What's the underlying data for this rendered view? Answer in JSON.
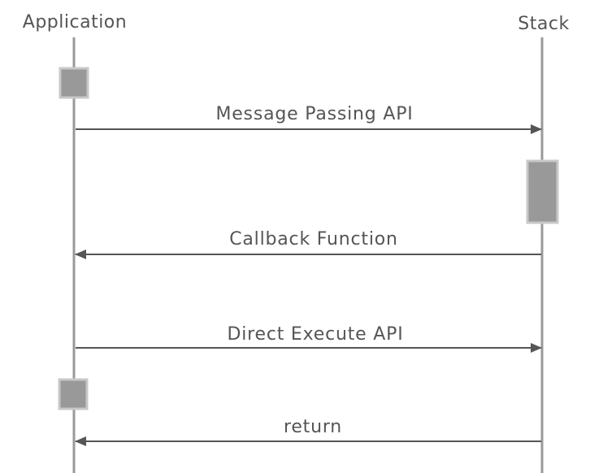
{
  "participants": {
    "application": "Application",
    "stack": "Stack"
  },
  "messages": [
    {
      "label": "Message Passing API",
      "from": "Application",
      "to": "Stack"
    },
    {
      "label": "Callback Function",
      "from": "Stack",
      "to": "Application"
    },
    {
      "label": "Direct Execute API",
      "from": "Application",
      "to": "Stack"
    },
    {
      "label": "return",
      "from": "Stack",
      "to": "Application"
    }
  ],
  "colors": {
    "lifeline": "#999999",
    "activation_fill": "#999999",
    "activation_border": "#c8c8c8",
    "arrow": "#555555",
    "text": "#555555"
  }
}
